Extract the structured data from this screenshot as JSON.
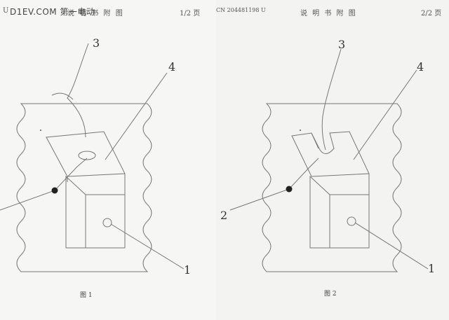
{
  "watermark": "D1EV.COM 第一电动",
  "left_page": {
    "header_left": "U",
    "header_title": "说 明 书 附 图",
    "header_page": "1/2 页",
    "caption": "图 1",
    "refs": {
      "r3": "3",
      "r4": "4",
      "r1": "1"
    }
  },
  "right_page": {
    "header_patent": "CN 204481198 U",
    "header_title": "说 明 书 附 图",
    "header_page": "2/2 页",
    "caption": "图 2",
    "refs": {
      "r3": "3",
      "r4": "4",
      "r2": "2",
      "r1": "1"
    }
  }
}
